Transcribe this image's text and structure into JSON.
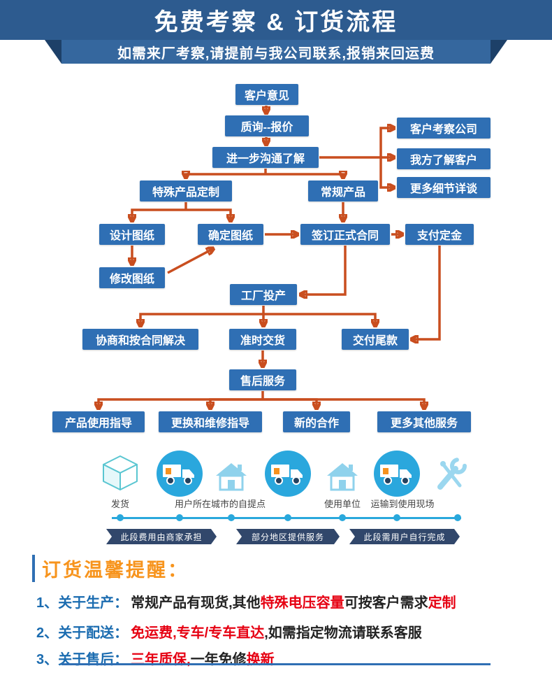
{
  "header": {
    "title": "免费考察 & 订货流程",
    "subtitle": "如需来厂考察,请提前与我公司联系,报销来回运费"
  },
  "flow": {
    "customer_feedback": "客户意见",
    "inquiry_quote": "质询--报价",
    "further_communication": "进一步沟通了解",
    "side_visit": "客户考察公司",
    "side_know": "我方了解客户",
    "side_details": "更多细节详谈",
    "custom_product": "特殊产品定制",
    "regular_product": "常规产品",
    "design_drawing": "设计图纸",
    "confirm_drawing": "确定图纸",
    "modify_drawing": "修改图纸",
    "sign_contract": "签订正式合同",
    "pay_deposit": "支付定金",
    "factory_production": "工厂投产",
    "negotiate": "协商和按合同解决",
    "on_time_delivery": "准时交货",
    "pay_balance": "交付尾款",
    "after_sales": "售后服务",
    "usage_guidance": "产品使用指导",
    "replace_repair": "更换和维修指导",
    "new_cooperation": "新的合作",
    "more_services": "更多其他服务"
  },
  "logistics": {
    "labels": {
      "shipping": "发货",
      "pickup": "用户所在城市的自提点",
      "user_unit": "使用单位",
      "transport": "运输到使用现场"
    },
    "segments": [
      "此段费用由商家承担",
      "部分地区提供服务",
      "此段需用户自行完成"
    ],
    "icons": [
      "shipping-box-icon",
      "delivery-truck-icon",
      "pickup-house-icon",
      "delivery-truck-icon",
      "user-house-icon",
      "delivery-truck-icon",
      "repair-tools-icon"
    ]
  },
  "reminder": {
    "title": "订货温馨提醒：",
    "items": [
      {
        "label": "1、关于生产：",
        "parts": [
          {
            "text": "常规产品有现货,其他",
            "color": "black"
          },
          {
            "text": "特殊电压容量",
            "color": "red"
          },
          {
            "text": "可按客户需求",
            "color": "black"
          },
          {
            "text": "定制",
            "color": "red"
          }
        ]
      },
      {
        "label": "2、关于配送：",
        "parts": [
          {
            "text": "免运费,专车/专车直达",
            "color": "red"
          },
          {
            "text": ",如需指定物流请联系客服",
            "color": "black"
          }
        ]
      },
      {
        "label": "3、关于售后：",
        "parts": [
          {
            "text": "三年质保,",
            "color": "red"
          },
          {
            "text": "一年免修",
            "color": "black"
          },
          {
            "text": "换新",
            "color": "red"
          }
        ]
      }
    ]
  },
  "colors": {
    "header_blue": "#2d5b8f",
    "node_blue": "#2f6fb4",
    "arrow_orange": "#c94e1f",
    "timeline_blue": "#29a8dc",
    "ribbon_navy": "#31476b",
    "title_orange": "#f7941d",
    "label_blue": "#1b6cb0",
    "highlight_red": "#e60012"
  }
}
